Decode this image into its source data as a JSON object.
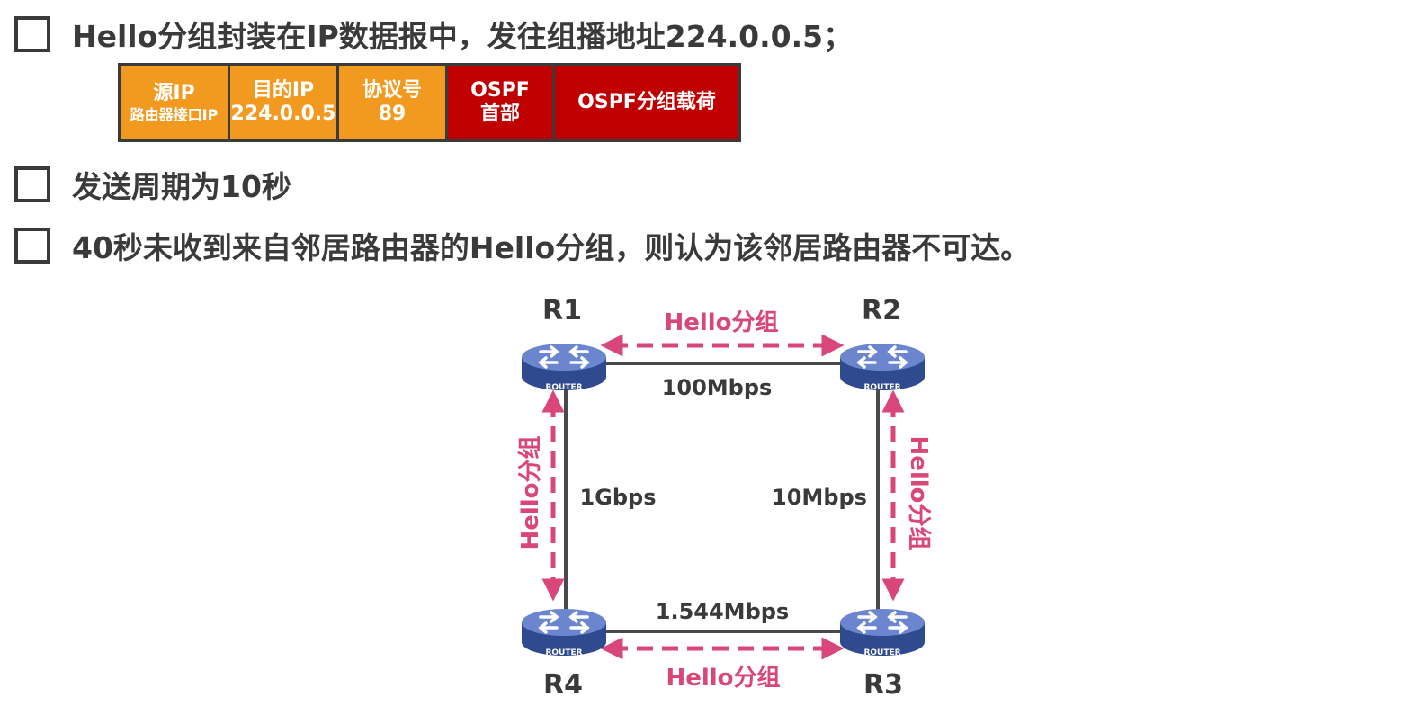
{
  "bullets": [
    "Hello分组封装在IP数据报中，发往组播地址224.0.0.5；",
    "发送周期为10秒",
    "40秒未收到来自邻居路由器的Hello分组，则认为该邻居路由器不可达。"
  ],
  "packet": {
    "fields": [
      {
        "line1": "源IP",
        "line2": "路由器接口IP",
        "color": "#f29a1f"
      },
      {
        "line1": "目的IP",
        "line2": "224.0.0.5",
        "color": "#f29a1f"
      },
      {
        "line1": "协议号",
        "line2": "89",
        "color": "#f29a1f"
      },
      {
        "line1": "OSPF",
        "line2": "首部",
        "color": "#c00000"
      },
      {
        "line1": "OSPF分组载荷",
        "line2": "",
        "color": "#c00000"
      }
    ]
  },
  "diagram": {
    "routers": {
      "r1": "R1",
      "r2": "R2",
      "r3": "R3",
      "r4": "R4"
    },
    "router_tag": "ROUTER",
    "links": {
      "r1_r2": "100Mbps",
      "r1_r4": "1Gbps",
      "r2_r3": "10Mbps",
      "r4_r3": "1.544Mbps"
    },
    "hello_label": "Hello分组",
    "colors": {
      "hello": "#d9467a",
      "router_body": "#3f5ba8",
      "router_top": "#6b86cf",
      "link": "#4a4a4a"
    }
  }
}
